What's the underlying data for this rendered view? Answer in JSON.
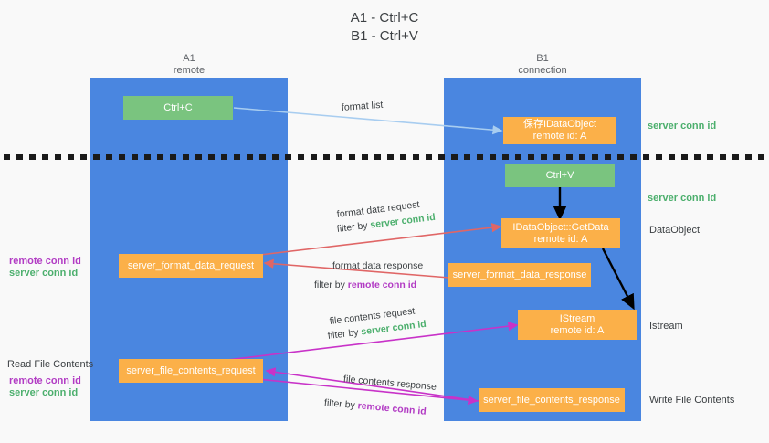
{
  "title": {
    "line1": "A1 - Ctrl+C",
    "line2": "B1 - Ctrl+V"
  },
  "colors": {
    "lane": "#4a86e0",
    "green_box": "#7ac47f",
    "orange_box": "#fbb049",
    "server_conn_id": "#4caf6d",
    "remote_conn_id": "#b23bc4",
    "arrow_blue": "#a8cdf0",
    "arrow_red": "#e06666",
    "arrow_magenta": "#c832c8",
    "arrow_black": "#000000",
    "background": "#f9f9f9"
  },
  "lanes": [
    {
      "name": "A1",
      "subtitle": "remote"
    },
    {
      "name": "B1",
      "subtitle": "connection"
    }
  ],
  "boxes": {
    "ctrl_c": {
      "label": "Ctrl+C",
      "kind": "green"
    },
    "save_idataobject": {
      "line1": "保存IDataObject",
      "line2": "remote id: A",
      "kind": "orange"
    },
    "ctrl_v": {
      "label": "Ctrl+V",
      "kind": "green"
    },
    "getdata": {
      "line1": "IDataObject::GetData",
      "line2": "remote id: A",
      "kind": "orange"
    },
    "format_data_request": {
      "label": "server_format_data_request",
      "kind": "orange"
    },
    "format_data_response": {
      "label": "server_format_data_response",
      "kind": "orange"
    },
    "istream": {
      "line1": "IStream",
      "line2": "remote id: A",
      "kind": "orange"
    },
    "file_contents_request": {
      "label": "server_file_contents_request",
      "kind": "orange"
    },
    "file_contents_response": {
      "label": "server_file_contents_response",
      "kind": "orange"
    }
  },
  "right_labels": {
    "server_conn_id_top": "server conn id",
    "server_conn_id_mid": "server conn id",
    "dataobject": "DataObject",
    "istream": "Istream",
    "write_file_contents": "Write File Contents"
  },
  "left_labels": {
    "remote_conn_id_1": "remote conn id",
    "server_conn_id_1": "server conn id",
    "read_file_contents": "Read File Contents",
    "remote_conn_id_2": "remote conn id",
    "server_conn_id_2": "server conn id"
  },
  "captions": {
    "format_list": "format list",
    "format_data_request": "format data request",
    "format_data_request_filter_pre": "filter by ",
    "format_data_request_filter_key": "server conn id",
    "format_data_response": "format data response",
    "format_data_response_filter_pre": "filter by ",
    "format_data_response_filter_key": "remote conn id",
    "file_contents_request": "file contents request",
    "file_contents_request_filter_pre": "filter by ",
    "file_contents_request_filter_key": "server conn id",
    "file_contents_response": "file contents response",
    "file_contents_response_filter_pre": "filter by ",
    "file_contents_response_filter_key": "remote conn id"
  }
}
